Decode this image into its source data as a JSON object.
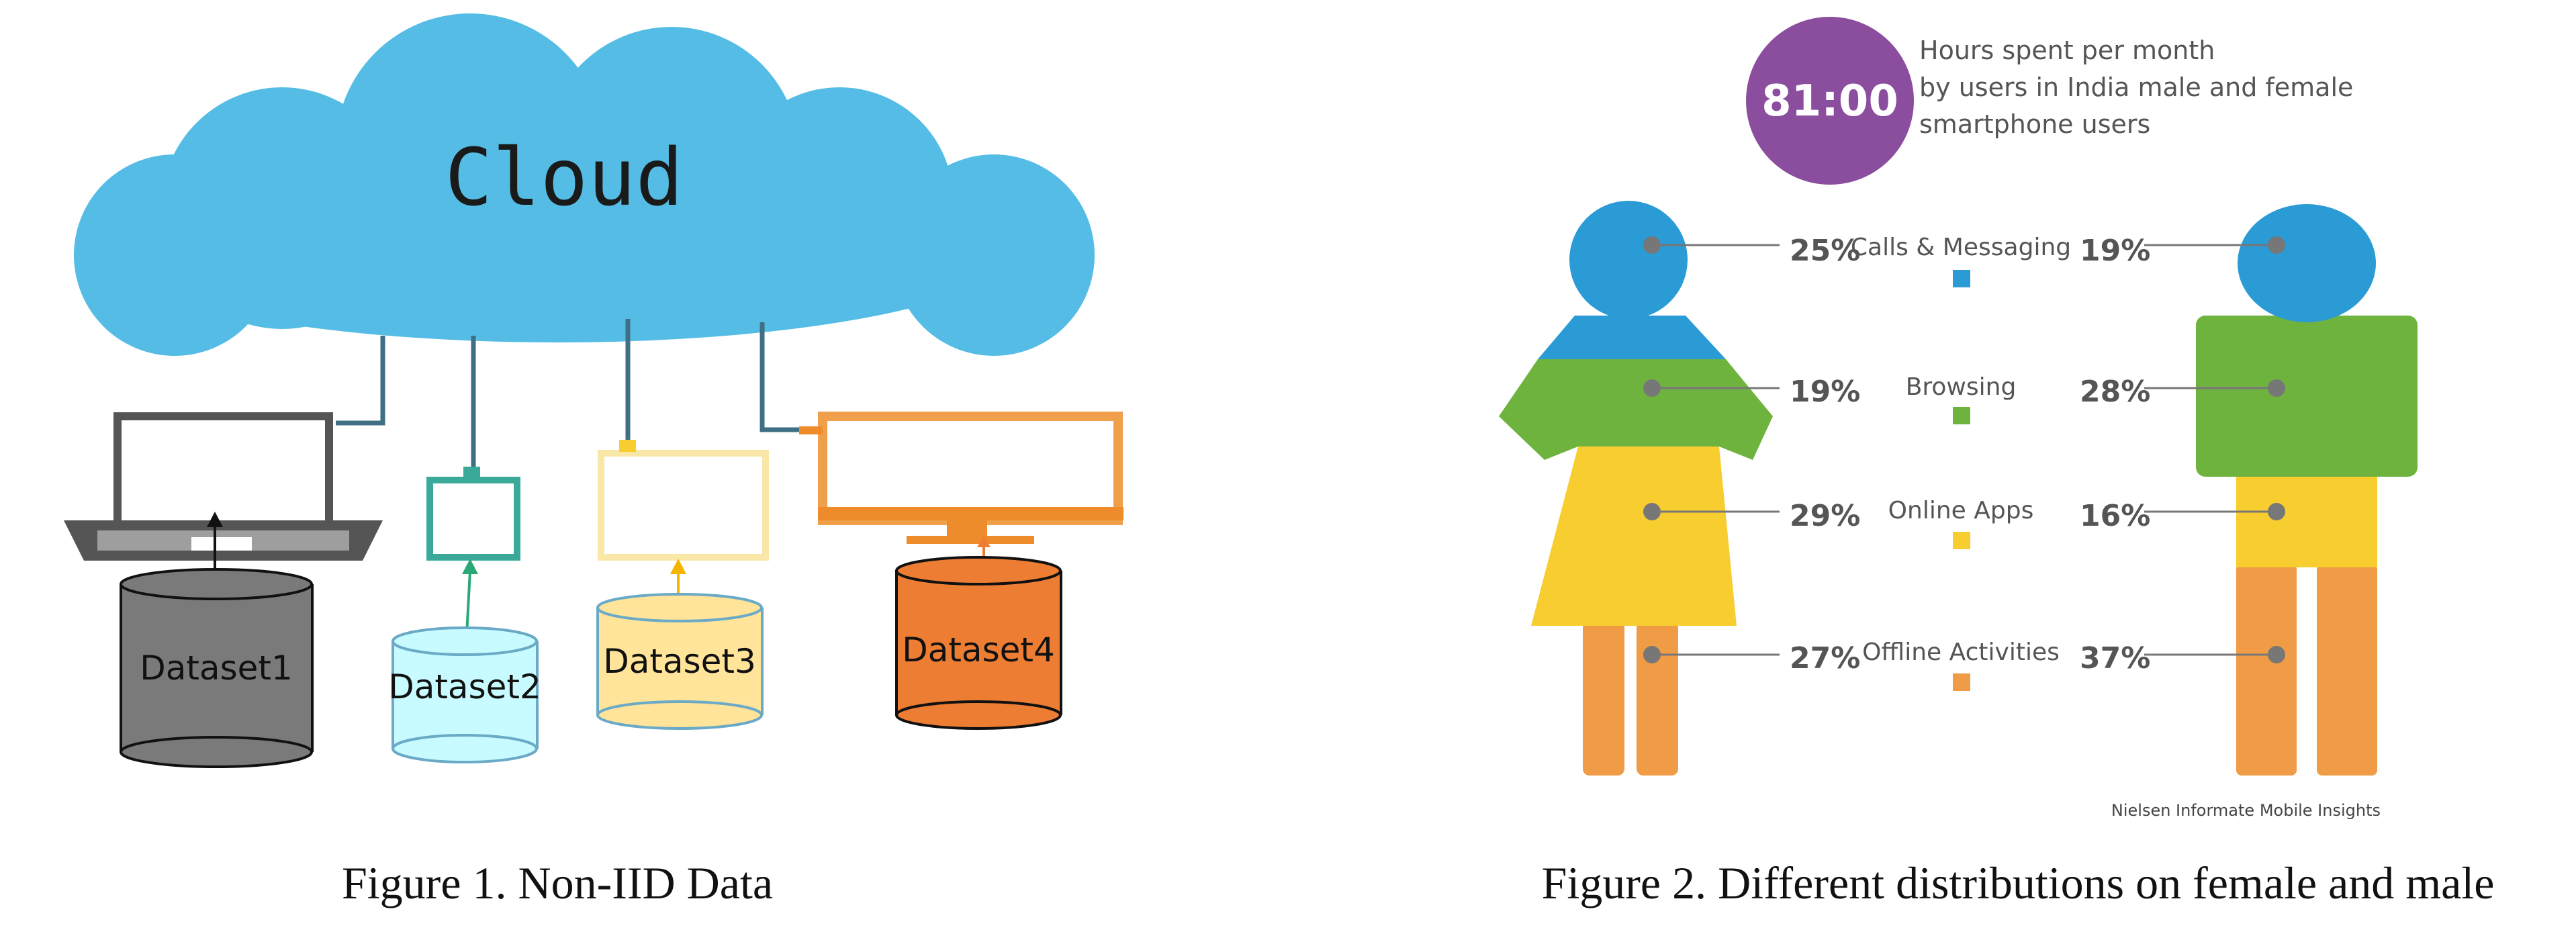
{
  "figure1": {
    "cloud_label": "Cloud",
    "datasets": [
      "Dataset1",
      "Dataset2",
      "Dataset3",
      "Dataset4"
    ],
    "caption": "Figure 1. Non-IID Data",
    "colors": {
      "cloud": "#55bde5",
      "dataset1": "#7a7a7a",
      "dataset2": "#c8fbff",
      "dataset3": "#ffe49a",
      "dataset4": "#ee7d34",
      "laptop": "#555555",
      "tablet": "#3aa99a",
      "screen3": "#f9e7a8",
      "monitor": "#ee8b2b"
    }
  },
  "figure2": {
    "badge_value": "81:00",
    "headline_lines": [
      "Hours spent per month",
      "by users in India male and female",
      "smartphone users"
    ],
    "categories": [
      {
        "name": "Calls & Messaging",
        "female": "25%",
        "male": "19%",
        "color": "#2b9bd6"
      },
      {
        "name": "Browsing",
        "female": "19%",
        "male": "28%",
        "color": "#6fb33f"
      },
      {
        "name": "Online Apps",
        "female": "29%",
        "male": "16%",
        "color": "#f8cd2f"
      },
      {
        "name": "Offline Activities",
        "female": "27%",
        "male": "37%",
        "color": "#f09b45"
      }
    ],
    "source": "Nielsen Informate Mobile Insights",
    "caption": "Figure 2. Different distributions on female and male",
    "colors": {
      "badge": "#8b4d9e",
      "marker": "#777777"
    }
  }
}
